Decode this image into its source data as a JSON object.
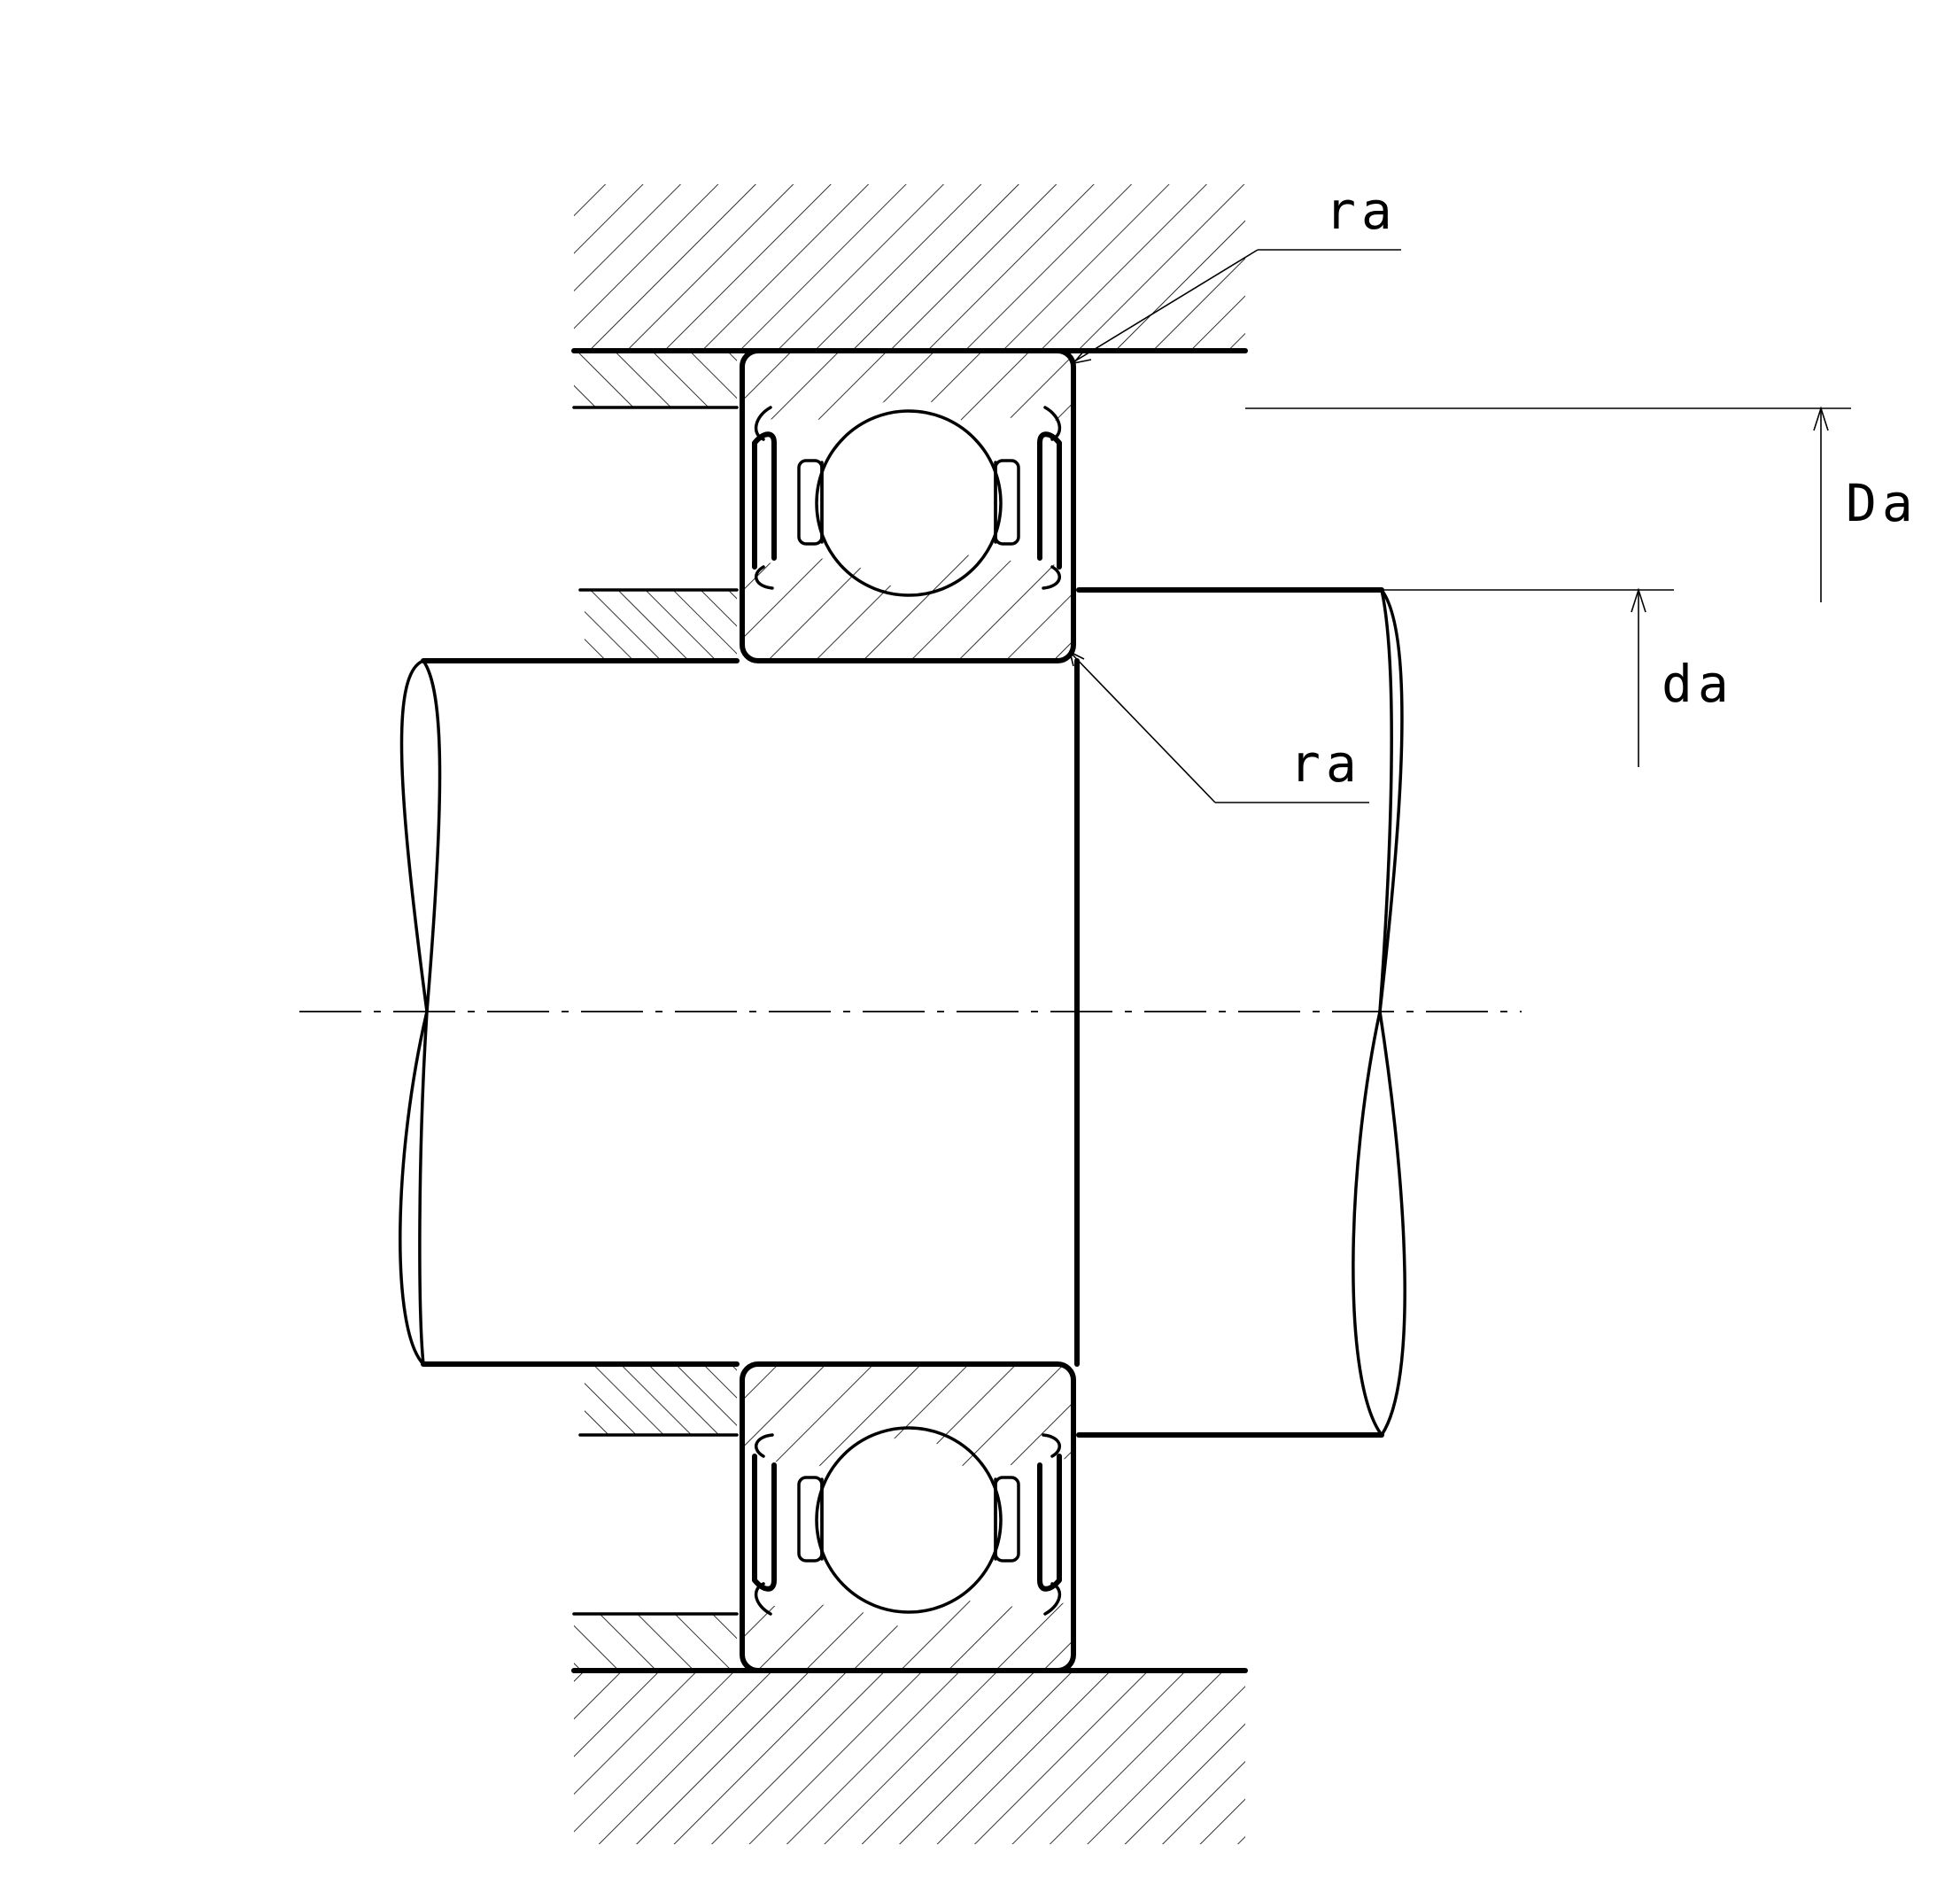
{
  "labels": {
    "ra_top": "ra",
    "ra_bottom": "ra",
    "Da": "Da",
    "da": "da"
  }
}
